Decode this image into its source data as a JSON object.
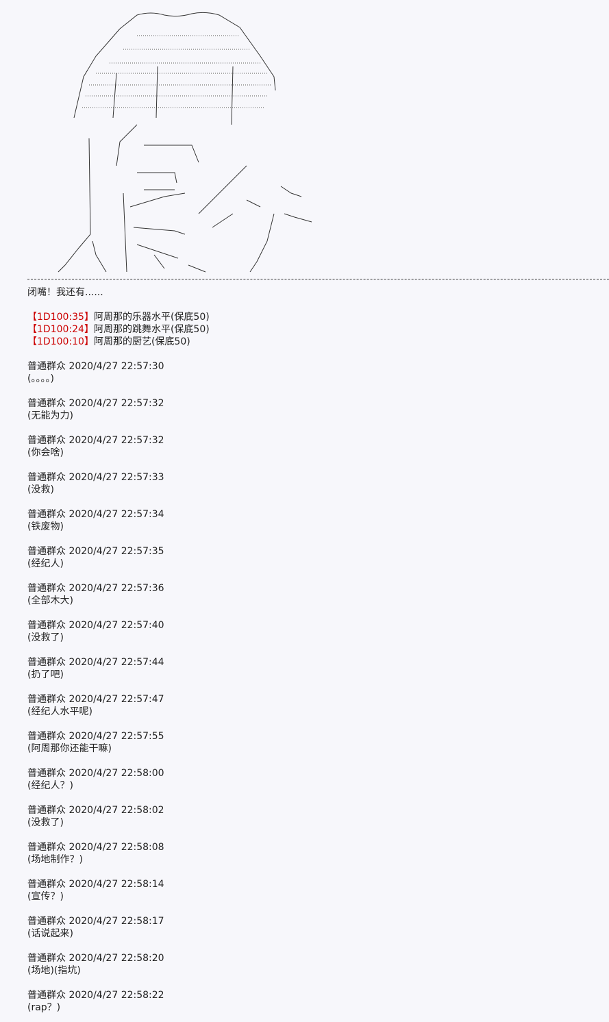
{
  "intro": "闭嘴！我还有......",
  "dice_rolls": [
    {
      "code": "1D100:35",
      "label": "阿周那的乐器水平(保底50)"
    },
    {
      "code": "1D100:24",
      "label": "阿周那的跳舞水平(保底50)"
    },
    {
      "code": "1D100:10",
      "label": "阿周那的厨艺(保底50)"
    }
  ],
  "comments": [
    {
      "user": "普通群众",
      "time": "2020/4/27 22:57:30",
      "text": "(。。。。)"
    },
    {
      "user": "普通群众",
      "time": "2020/4/27 22:57:32",
      "text": "(无能为力)"
    },
    {
      "user": "普通群众",
      "time": "2020/4/27 22:57:32",
      "text": "(你会啥)"
    },
    {
      "user": "普通群众",
      "time": "2020/4/27 22:57:33",
      "text": "(没救)"
    },
    {
      "user": "普通群众",
      "time": "2020/4/27 22:57:34",
      "text": "(铁废物)"
    },
    {
      "user": "普通群众",
      "time": "2020/4/27 22:57:35",
      "text": "(经纪人)"
    },
    {
      "user": "普通群众",
      "time": "2020/4/27 22:57:36",
      "text": "(全部木大)"
    },
    {
      "user": "普通群众",
      "time": "2020/4/27 22:57:40",
      "text": "(没救了)"
    },
    {
      "user": "普通群众",
      "time": "2020/4/27 22:57:44",
      "text": "(扔了吧)"
    },
    {
      "user": "普通群众",
      "time": "2020/4/27 22:57:47",
      "text": "(经纪人水平呢)"
    },
    {
      "user": "普通群众",
      "time": "2020/4/27 22:57:55",
      "text": "(阿周那你还能干嘛)"
    },
    {
      "user": "普通群众",
      "time": "2020/4/27 22:58:00",
      "text": "(经纪人？)"
    },
    {
      "user": "普通群众",
      "time": "2020/4/27 22:58:02",
      "text": "(没救了)"
    },
    {
      "user": "普通群众",
      "time": "2020/4/27 22:58:08",
      "text": "(场地制作？)"
    },
    {
      "user": "普通群众",
      "time": "2020/4/27 22:58:14",
      "text": "(宣传？)"
    },
    {
      "user": "普通群众",
      "time": "2020/4/27 22:58:17",
      "text": "(话说起来)"
    },
    {
      "user": "普通群众",
      "time": "2020/4/27 22:58:20",
      "text": "(场地)(指坑)"
    },
    {
      "user": "普通群众",
      "time": "2020/4/27 22:58:22",
      "text": "(rap？)"
    }
  ]
}
